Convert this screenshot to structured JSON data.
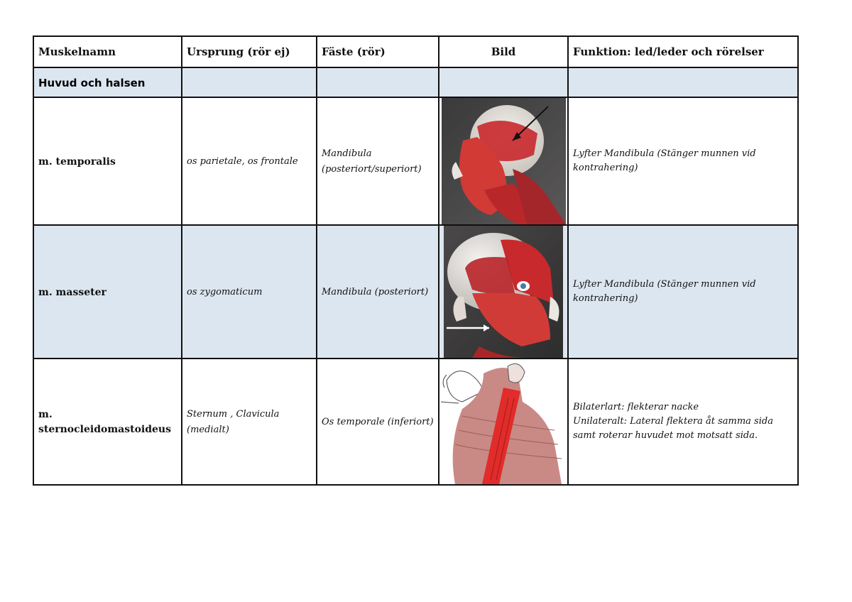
{
  "headers": {
    "name": "Muskelnamn",
    "origin": "Ursprung (rör ej)",
    "insertion": "Fäste (rör)",
    "image": "Bild",
    "function": "Funktion: led/leder och rörelser"
  },
  "section": {
    "label": "Huvud och halsen"
  },
  "rows": [
    {
      "name": "m. temporalis",
      "origin": "os parietale, os frontale",
      "insertion": "Mandibula (posteriort/superiort)",
      "image_icon": "temporalis-muscle-photo",
      "function": [
        "Lyfter Mandibula (Stänger munnen vid kontrahering)"
      ]
    },
    {
      "name": "m. masseter",
      "origin": "os zygomaticum",
      "insertion": "Mandibula (posteriort)",
      "image_icon": "masseter-muscle-photo",
      "function": [
        "Lyfter Mandibula (Stänger munnen vid kontrahering)"
      ]
    },
    {
      "name": "m. sternocleidomastoideus",
      "origin": "Sternum , Clavicula (medialt)",
      "insertion": "Os temporale (inferiort)",
      "image_icon": "sternocleidomastoideus-illustration",
      "function": [
        "Bilaterlart: flekterar nacke",
        "Unilateralt: Lateral flektera åt samma sida samt roterar huvudet mot motsatt sida."
      ]
    }
  ]
}
